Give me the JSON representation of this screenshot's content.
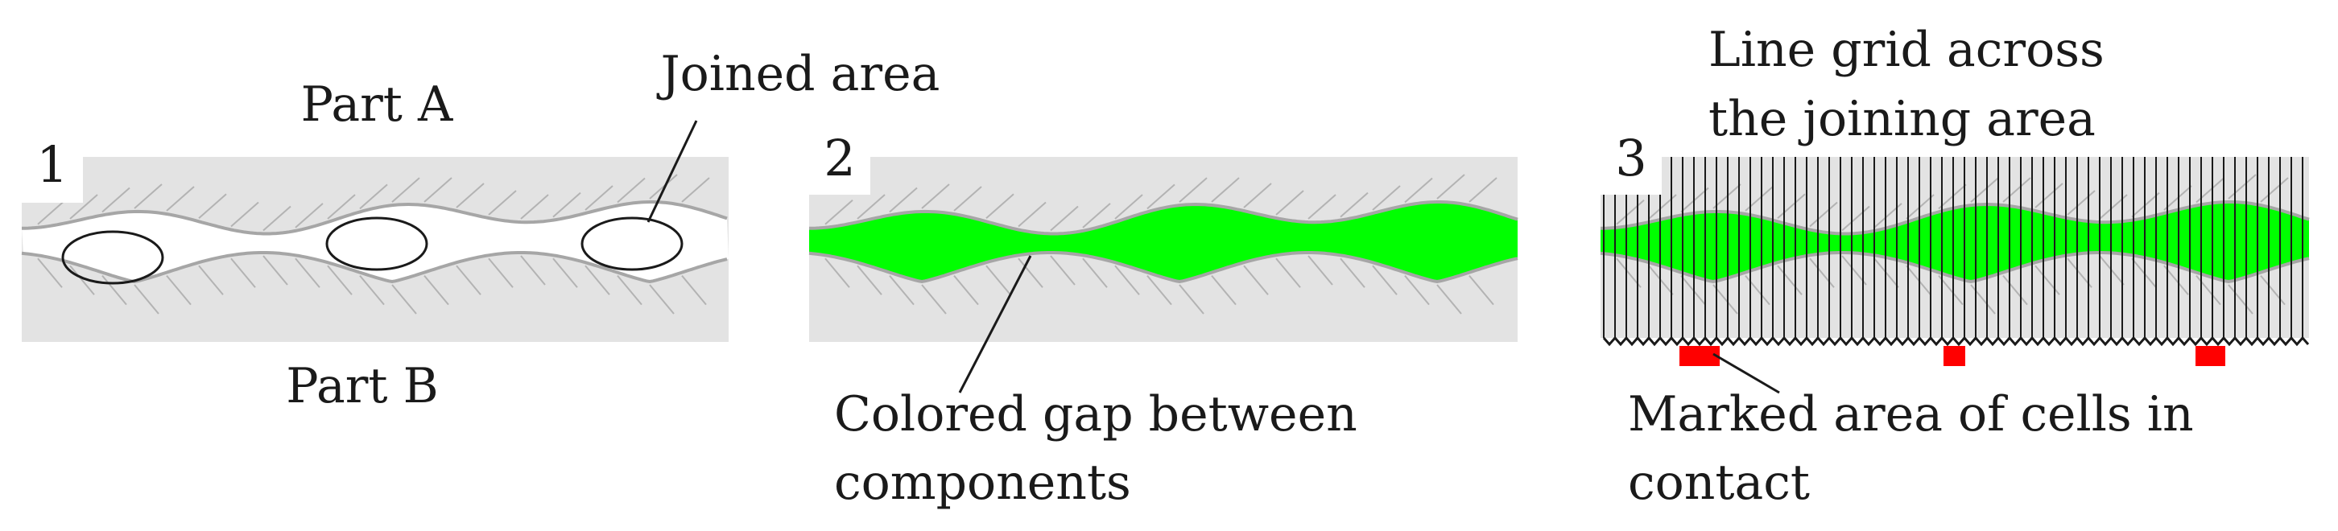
{
  "panel1": {
    "number": "1",
    "part_a_label": "Part A",
    "part_b_label": "Part B",
    "joined_area_label": "Joined area"
  },
  "panel2": {
    "number": "2",
    "gap_label_line1": "Colored gap between",
    "gap_label_line2": "components"
  },
  "panel3": {
    "number": "3",
    "grid_label_line1": "Line grid across",
    "grid_label_line2": "the joining area",
    "contact_label_line1": "Marked area of cells in",
    "contact_label_line2": "contact"
  },
  "colors": {
    "background_box": "#e3e3e3",
    "gap_fill": "#00ff00",
    "contact_marker": "#ff0000",
    "profile_line": "#a6a6a6",
    "hatch_line": "#b3b3b3"
  }
}
